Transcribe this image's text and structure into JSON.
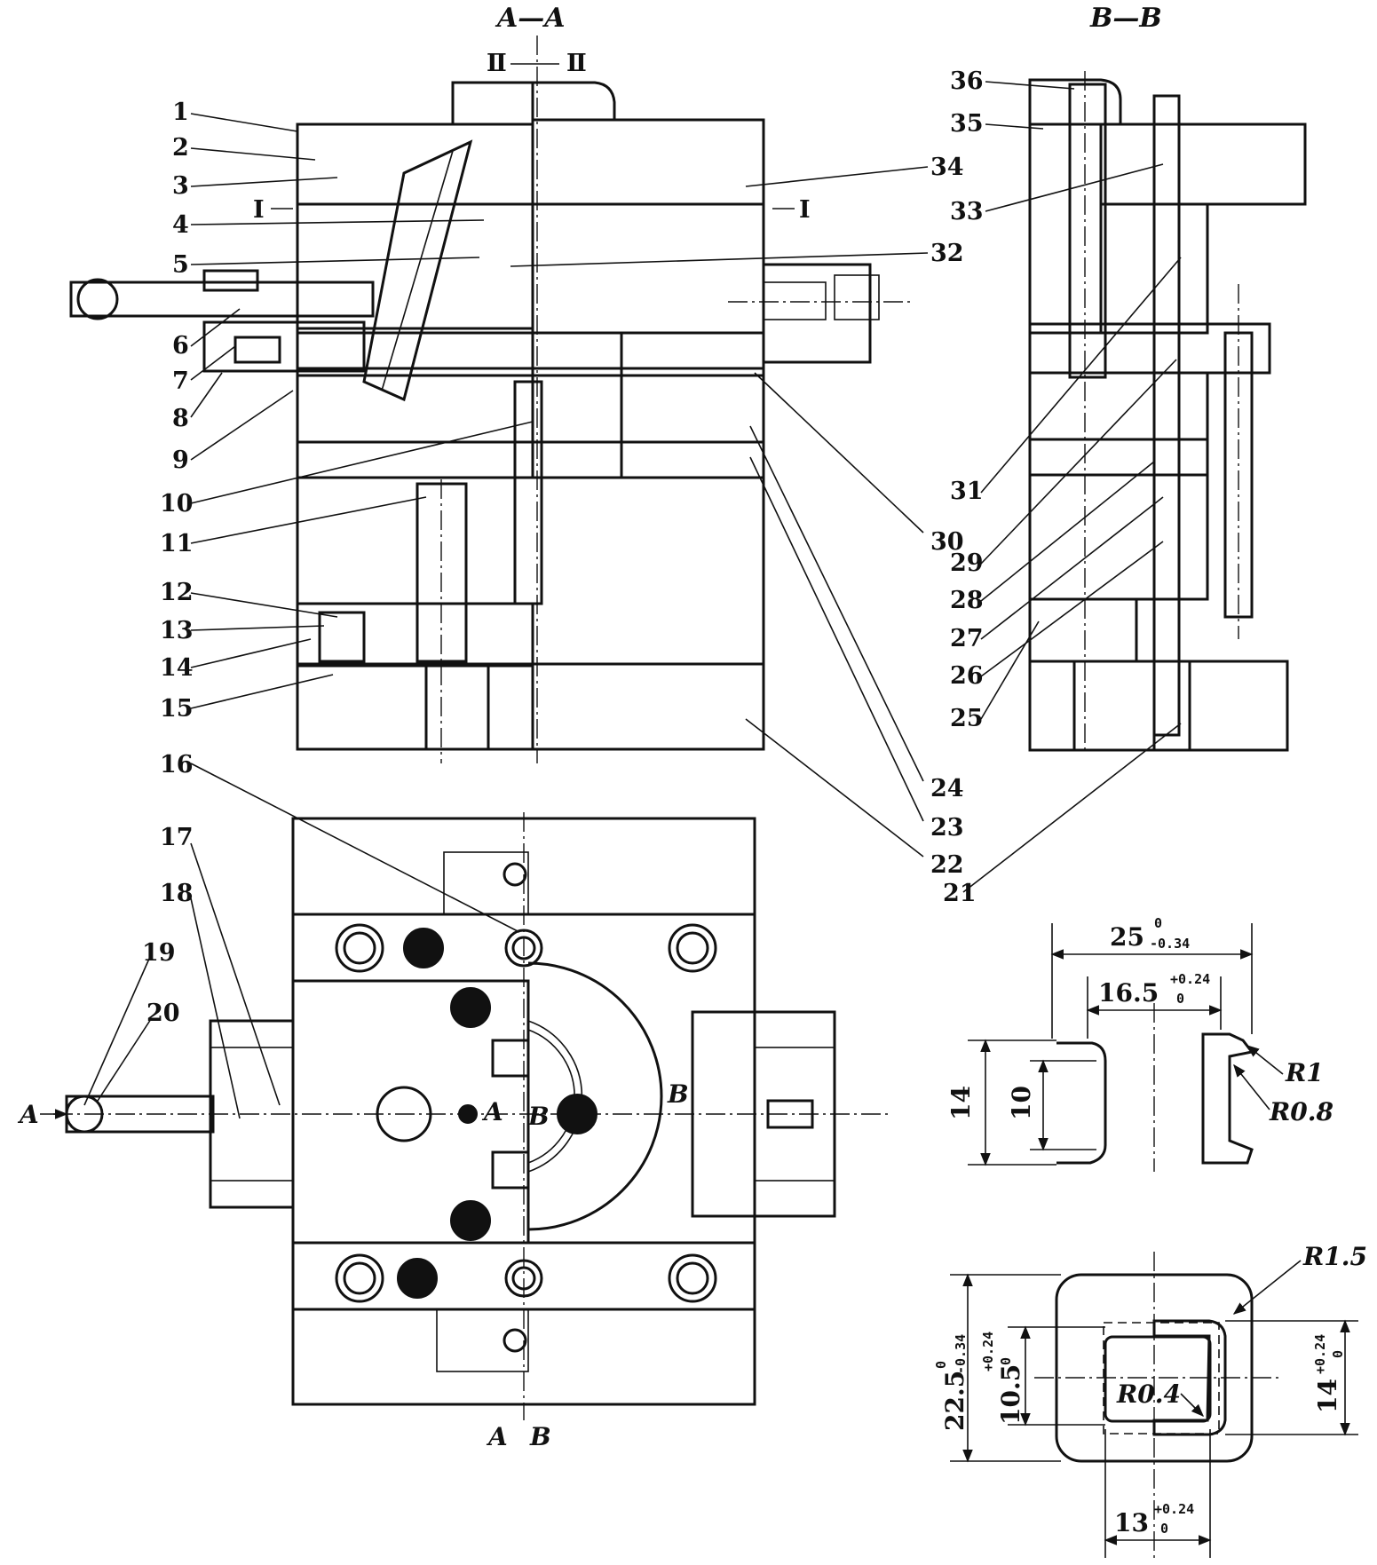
{
  "titles": {
    "section_aa": "A—A",
    "section_bb": "B—B",
    "cut_i_left": "I",
    "cut_i_right": "I",
    "cut_ii_left": "Ⅱ",
    "cut_ii_right": "Ⅱ"
  },
  "plan_marks": {
    "a_left": "A",
    "a_center": "A",
    "b_center": "B",
    "b_right": "B",
    "a_bottom": "A",
    "b_bottom": "B"
  },
  "part_numbers": {
    "p1": "1",
    "p2": "2",
    "p3": "3",
    "p4": "4",
    "p5": "5",
    "p6": "6",
    "p7": "7",
    "p8": "8",
    "p9": "9",
    "p10": "10",
    "p11": "11",
    "p12": "12",
    "p13": "13",
    "p14": "14",
    "p15": "15",
    "p16": "16",
    "p17": "17",
    "p18": "18",
    "p19": "19",
    "p20": "20",
    "p21": "21",
    "p22": "22",
    "p23": "23",
    "p24": "24",
    "p25": "25",
    "p26": "26",
    "p27": "27",
    "p28": "28",
    "p29": "29",
    "p30": "30",
    "p31": "31",
    "p32": "32",
    "p33": "33",
    "p34": "34",
    "p35": "35",
    "p36": "36"
  },
  "part_dimensions": {
    "width_outer": "25",
    "width_outer_up": "0",
    "width_outer_lo": "-0.34",
    "width_inner": "16.5",
    "width_inner_up": "+0.24",
    "width_inner_lo": "0",
    "height_outer": "14",
    "height_inner": "10",
    "r1": "R1",
    "r08": "R0.8",
    "r15": "R1.5",
    "r04": "R0.4",
    "plan_h_outer": "22.5",
    "plan_h_outer_up": "0",
    "plan_h_outer_lo": "-0.34",
    "plan_h_inner": "10.5",
    "plan_h_inner_up": "+0.24",
    "plan_h_inner_lo": "0",
    "plan_w_right": "14",
    "plan_w_right_up": "+0.24",
    "plan_w_right_lo": "0",
    "plan_w_bottom": "13",
    "plan_w_bottom_up": "+0.24",
    "plan_w_bottom_lo": "0"
  }
}
